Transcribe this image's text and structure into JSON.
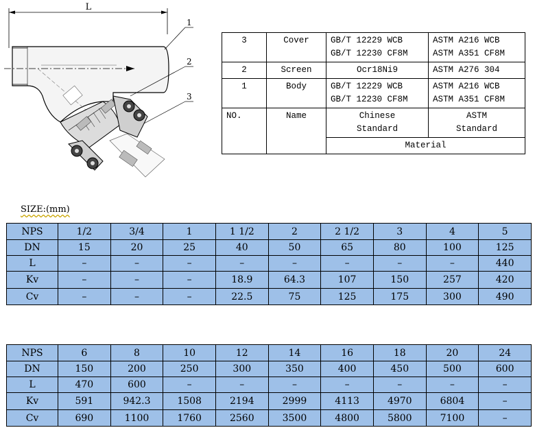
{
  "drawing": {
    "dimension_label": "L",
    "callouts": [
      "1",
      "2",
      "3"
    ]
  },
  "material_table": {
    "rows": [
      {
        "no": "3",
        "name": "Cover",
        "chinese": [
          "GB/T 12229 WCB",
          "GB/T 12230 CF8M"
        ],
        "astm": [
          "ASTM A216 WCB",
          "ASTM A351 CF8M"
        ]
      },
      {
        "no": "2",
        "name": "Screen",
        "chinese": [
          "Ocr18Ni9"
        ],
        "astm": [
          "ASTM A276 304"
        ]
      },
      {
        "no": "1",
        "name": "Body",
        "chinese": [
          "GB/T 12229 WCB",
          "GB/T 12230 CF8M"
        ],
        "astm": [
          "ASTM A216 WCB",
          "ASTM A351 CF8M"
        ]
      }
    ],
    "header": {
      "no": "NO.",
      "name": "Name",
      "chinese": [
        "Chinese",
        "Standard"
      ],
      "astm": [
        "ASTM",
        "Standard"
      ]
    },
    "material_label": "Material"
  },
  "size_title": "SIZE:(mm)",
  "size_table_1": {
    "rows": [
      [
        "NPS",
        "1/2",
        "3/4",
        "1",
        "1 1/2",
        "2",
        "2 1/2",
        "3",
        "4",
        "5"
      ],
      [
        "DN",
        "15",
        "20",
        "25",
        "40",
        "50",
        "65",
        "80",
        "100",
        "125"
      ],
      [
        "L",
        "–",
        "–",
        "–",
        "–",
        "–",
        "–",
        "–",
        "–",
        "440"
      ],
      [
        "Kv",
        "–",
        "–",
        "–",
        "18.9",
        "64.3",
        "107",
        "150",
        "257",
        "420"
      ],
      [
        "Cv",
        "–",
        "–",
        "–",
        "22.5",
        "75",
        "125",
        "175",
        "300",
        "490"
      ]
    ]
  },
  "size_table_2": {
    "rows": [
      [
        "NPS",
        "6",
        "8",
        "10",
        "12",
        "14",
        "16",
        "18",
        "20",
        "24"
      ],
      [
        "DN",
        "150",
        "200",
        "250",
        "300",
        "350",
        "400",
        "450",
        "500",
        "600"
      ],
      [
        "L",
        "470",
        "600",
        "–",
        "–",
        "–",
        "–",
        "–",
        "–",
        "–"
      ],
      [
        "Kv",
        "591",
        "942.3",
        "1508",
        "2194",
        "2999",
        "4113",
        "4970",
        "6804",
        "–"
      ],
      [
        "Cv",
        "690",
        "1100",
        "1760",
        "2560",
        "3500",
        "4800",
        "5800",
        "7100",
        "–"
      ]
    ]
  }
}
